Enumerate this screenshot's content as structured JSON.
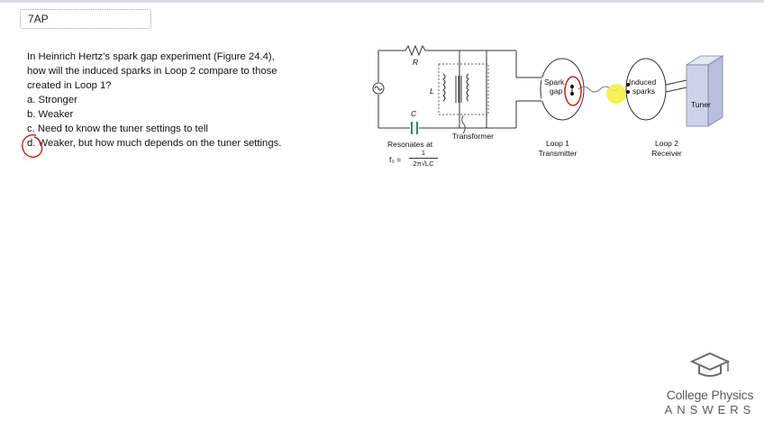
{
  "tab": {
    "label": "7AP"
  },
  "question": {
    "lines": [
      "In Heinrich Hertz’s spark gap experiment (Figure 24.4),",
      "how will the induced sparks in Loop 2 compare to those",
      "created in Loop 1?"
    ],
    "options": [
      "a. Stronger",
      "b. Weaker",
      "c. Need to know the tuner settings to tell",
      "d. Weaker, but how much depends on the tuner settings."
    ]
  },
  "figure": {
    "r_label": "R",
    "l_label": "L",
    "c_label": "C",
    "resonates_label": "Resonates at",
    "formula_lhs": "f₀ =",
    "formula_num": "1",
    "formula_den": "2π√LC",
    "transformer_label": "Transformer",
    "spark_label_1": "Spark",
    "spark_label_2": "gap",
    "induced_label_1": "Induced",
    "induced_label_2": "sparks",
    "tuner_label": "Tuner",
    "loop1_label_1": "Loop 1",
    "loop1_label_2": "Transmitter",
    "loop2_label_1": "Loop 2",
    "loop2_label_2": "Receiver"
  },
  "colors": {
    "annotation_red": "#d01818",
    "highlight_yellow": "#f3ee3a",
    "capacitor_green": "#2e8b57",
    "tuner_fill": "#cdd3ea"
  },
  "logo": {
    "line1": "College Physics",
    "line2": "ANSWERS"
  }
}
